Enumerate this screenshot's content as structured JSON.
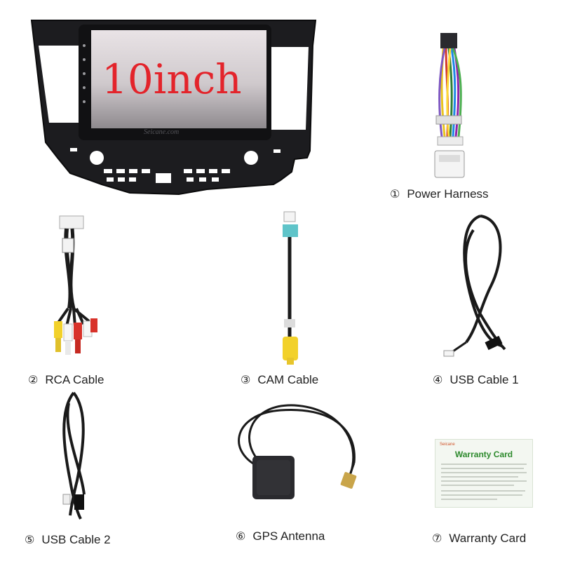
{
  "head_unit": {
    "screen_label": "10inch",
    "brand_watermark": "Seicane.com"
  },
  "items": [
    {
      "num": "①",
      "label": "Power Harness"
    },
    {
      "num": "②",
      "label": "RCA Cable"
    },
    {
      "num": "③",
      "label": "CAM Cable"
    },
    {
      "num": "④",
      "label": "USB Cable 1"
    },
    {
      "num": "⑤",
      "label": "USB Cable 2"
    },
    {
      "num": "⑥",
      "label": "GPS Antenna"
    },
    {
      "num": "⑦",
      "label": "Warranty Card"
    }
  ],
  "warranty_card": {
    "brand": "Seicane",
    "title": "Warranty Card"
  },
  "colors": {
    "screen_text": "#e3242b",
    "frame": "#1c1c1f",
    "rca_yellow": "#f2d12a",
    "rca_red": "#d8322a",
    "card_title": "#2d8a2d"
  }
}
